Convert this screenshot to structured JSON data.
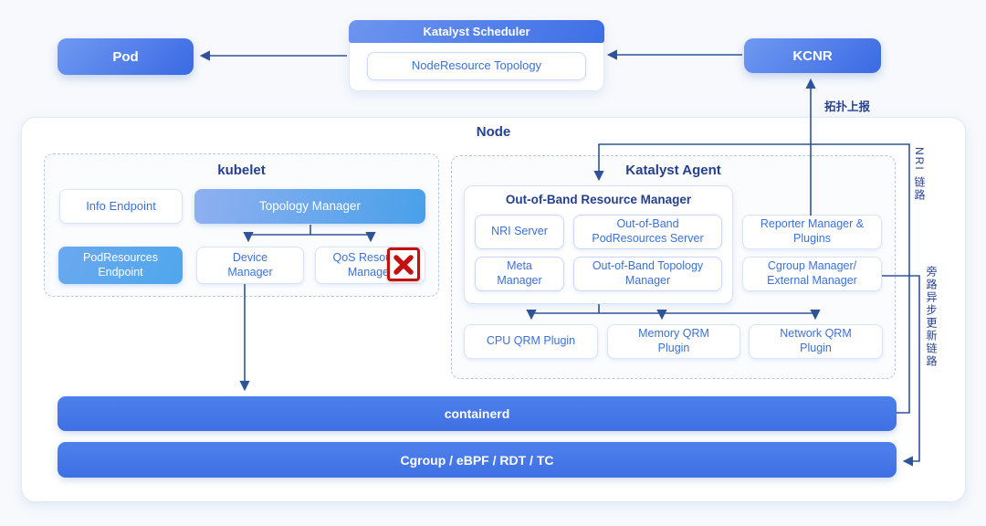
{
  "colors": {
    "primary_blue": "#3f70e4",
    "light_blue": "#4aa0e9",
    "line_navy": "#2f5398",
    "title_navy": "#24418f",
    "box_text_blue": "#3b71d8",
    "error_red": "#c2110f"
  },
  "top": {
    "pod": "Pod",
    "scheduler_title": "Katalyst Scheduler",
    "scheduler_inner": "NodeResource Topology",
    "kcnr": "KCNR"
  },
  "node": {
    "title": "Node",
    "kubelet": {
      "title": "kubelet",
      "info_endpoint": "Info Endpoint",
      "topology_manager": "Topology Manager",
      "podresources_endpoint": "PodResources Endpoint",
      "device_manager": "Device Manager",
      "qos_resource_manager": "QoS Resource Manager"
    },
    "agent": {
      "title": "Katalyst Agent",
      "orm": {
        "title": "Out-of-Band Resource Manager",
        "nri_server": "NRI Server",
        "oob_podresources_server": "Out-of-Band PodResources Server",
        "meta_manager": "Meta Manager",
        "oob_topology_manager": "Out-of-Band Topology Manager"
      },
      "reporter_manager": "Reporter Manager & Plugins",
      "cgroup_manager": "Cgroup Manager/ External Manager",
      "cpu_qrm": "CPU QRM Plugin",
      "memory_qrm": "Memory QRM Plugin",
      "network_qrm": "Network QRM Plugin"
    },
    "containerd": "containerd",
    "cgroup_bar": "Cgroup / eBPF / RDT / TC"
  },
  "labels": {
    "topology_report": "拓扑上报",
    "nri_link": "NRI 链路",
    "bypass_link": "旁路异步更新链路"
  }
}
